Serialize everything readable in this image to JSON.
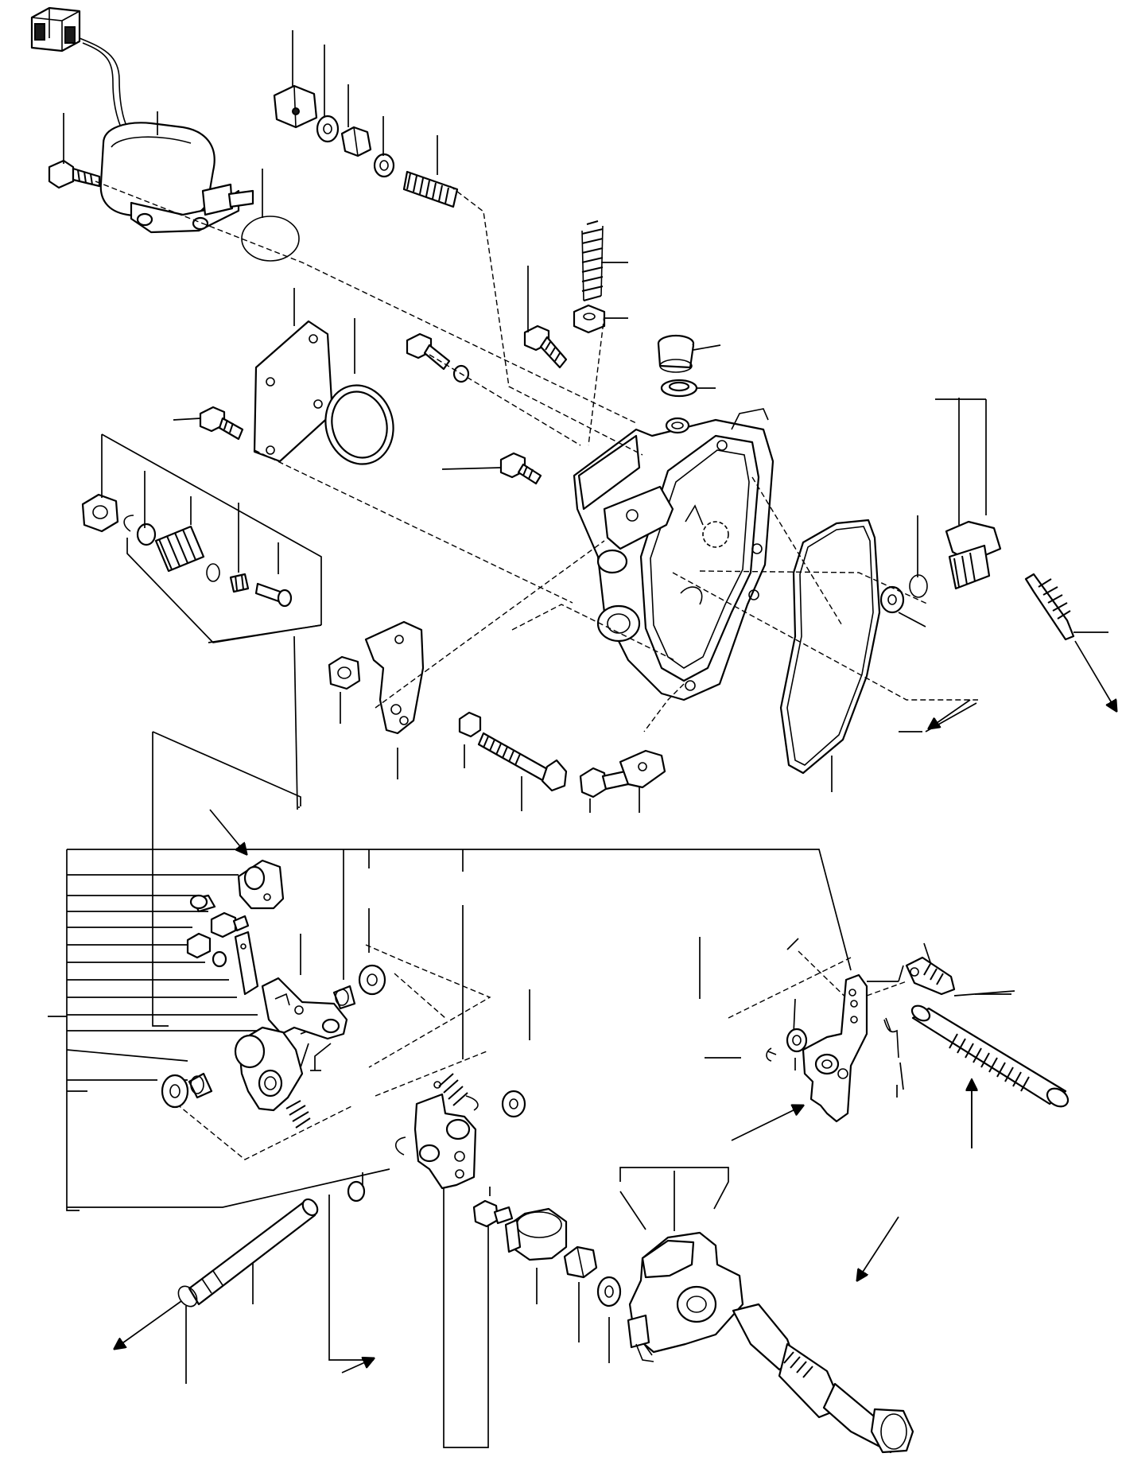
{
  "diagram": {
    "kind": "exploded-parts-view",
    "line_color": "#000000",
    "background": "#ffffff",
    "part_count_upper": 30,
    "part_count_lower": 32
  }
}
